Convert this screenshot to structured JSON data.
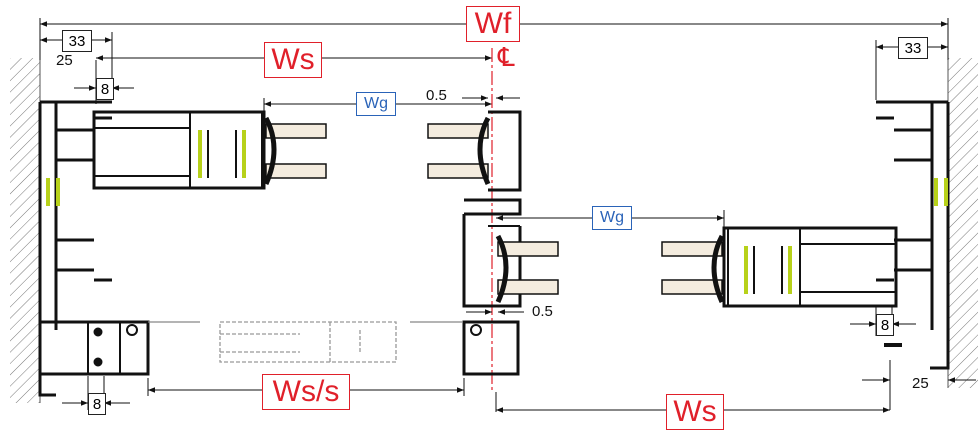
{
  "labels": {
    "wf": "Wf",
    "ws_top": "Ws",
    "ws_bottom": "Ws",
    "ws_s": "Ws/s",
    "wg_top": "Wg",
    "wg_mid": "Wg",
    "centerline": "℄",
    "dim_33_left": "33",
    "dim_33_right": "33",
    "dim_25_left": "25",
    "dim_25_right": "25",
    "dim_8_top_left": "8",
    "dim_8_bottom_left": "8",
    "dim_8_right": "8",
    "dim_05_top": "0.5",
    "dim_05_bottom": "0.5"
  },
  "colors": {
    "primary_dim": "#e0202a",
    "glass_dim": "#2a63b8",
    "profile": "#111111",
    "gasket": "#b7d11a",
    "glass_fill": "#f4ecdf",
    "wall_hatch": "#777777"
  }
}
